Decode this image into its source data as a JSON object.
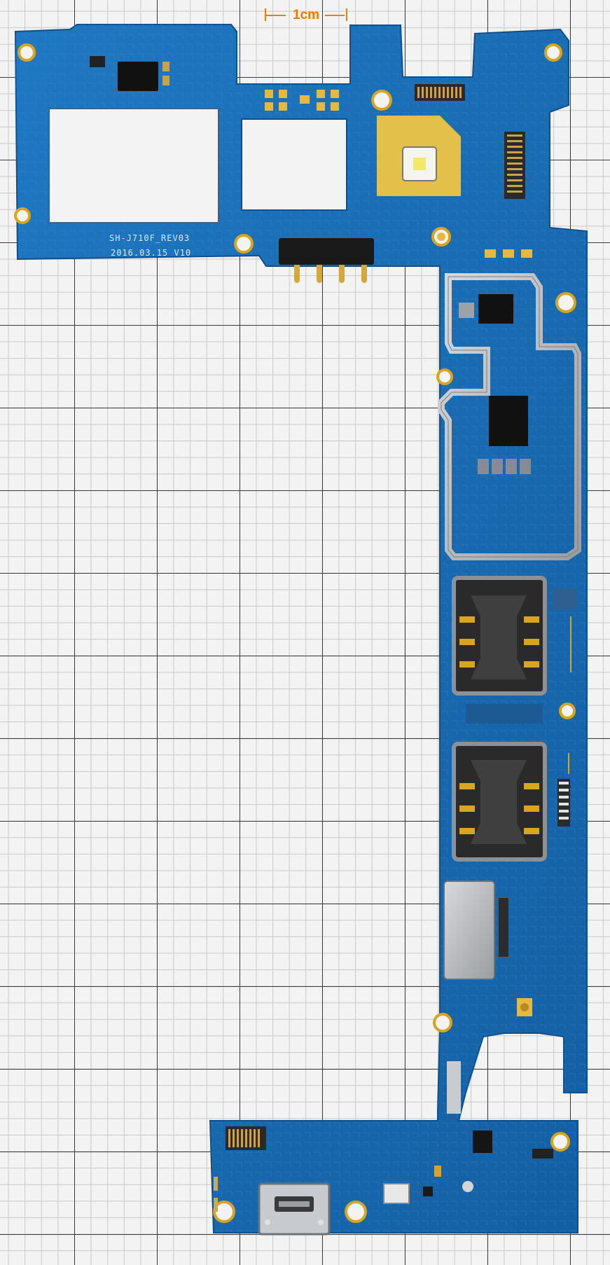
{
  "scale": {
    "label": "1cm",
    "color": "#f07a00"
  },
  "board": {
    "model_text": "SH-J710F_REV03",
    "date_text": "2016.03.15 V10",
    "pcb_color": "#1a6db5",
    "shield_color": "#b9bcc0",
    "gold_color": "#d9a520"
  },
  "background": {
    "paper_color": "#f3f3f3",
    "major_grid_color": "#3a3a3a",
    "minor_grid_color": "#c9c9c9"
  }
}
